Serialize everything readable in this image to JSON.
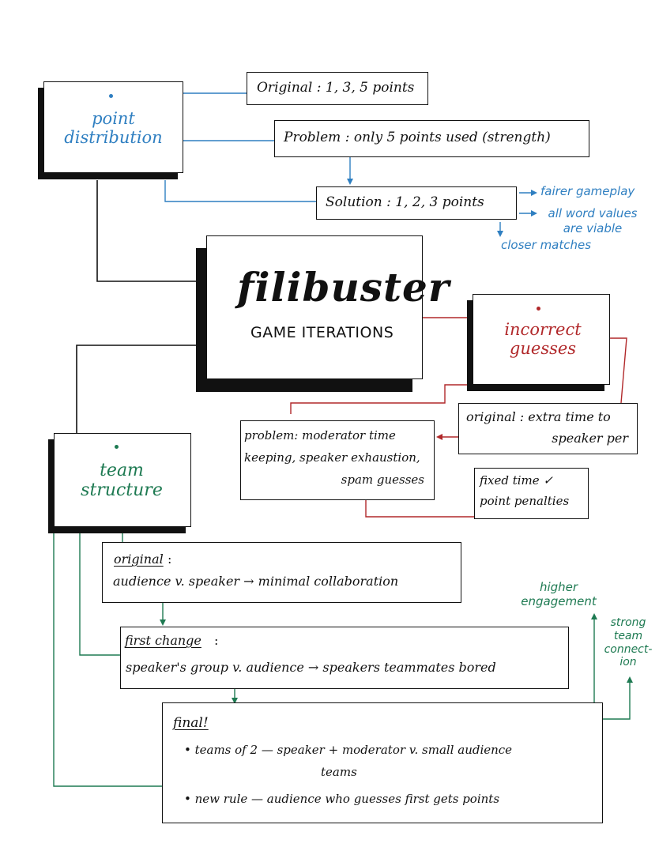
{
  "title": {
    "main": "filibuster",
    "sub": "GAME ITERATIONS"
  },
  "colors": {
    "ink": "#111111",
    "point": "#2f7fc1",
    "incorrect": "#b1282a",
    "team": "#1e7a52"
  },
  "point_distribution": {
    "heading": "point distribution",
    "original": "Original : 1, 3, 5 points",
    "problem": "Problem : only 5 points used (strength)",
    "solution": "Solution : 1, 2, 3 points",
    "benefits": [
      "fairer gameplay",
      "all word values are viable",
      "closer matches"
    ]
  },
  "incorrect_guesses": {
    "heading": "incorrect guesses",
    "original": [
      "original : extra time to",
      "speaker per"
    ],
    "problem": [
      "problem: moderator time",
      "keeping, speaker exhaustion,",
      "spam guesses"
    ],
    "fix": [
      "fixed time ✓",
      "point penalties"
    ]
  },
  "team_structure": {
    "heading": "team structure",
    "original_label": "original",
    "original_text": "audience v. speaker → minimal collaboration",
    "first_change_label": "first change",
    "first_change_text": "speaker's group v. audience → speakers teammates bored",
    "final_label": "final!",
    "final_bullet1": "• teams of 2 — speaker + moderator v. small audience",
    "final_bullet1_cont": "teams",
    "final_bullet2": "• new rule — audience who guesses first gets points",
    "outcomes": [
      "higher engagement",
      "strong team connect- ion"
    ]
  }
}
